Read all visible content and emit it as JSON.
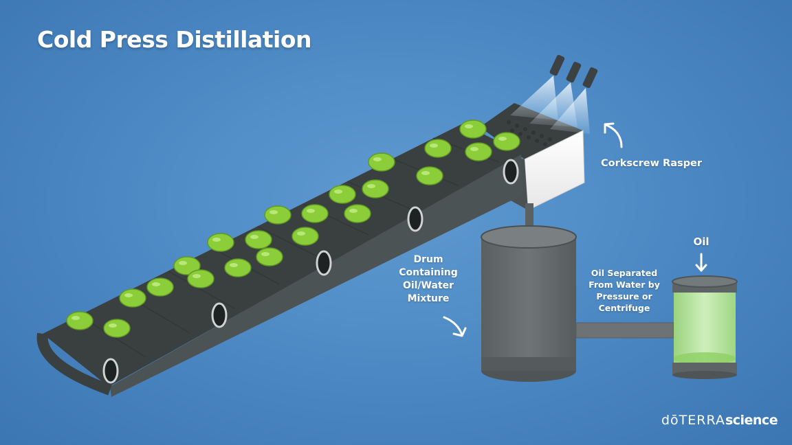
{
  "title": "Cold Press Distillation",
  "labels": {
    "corkscrew_rasper": "Corkscrew Rasper",
    "drum": [
      "Drum",
      "Containing",
      "Oil/Water",
      "Mixture"
    ],
    "separation": [
      "Oil Separated",
      "From Water by",
      "Pressure or",
      "Centrifuge"
    ],
    "oil": "Oil"
  },
  "brand": {
    "prefix": "dōTERRA",
    "suffix": "science"
  },
  "colors": {
    "background": "#4a86c2",
    "belt": "#454c4d",
    "fruit": "#8ccd3a",
    "oil": "#b8e896",
    "text": "#ffffff"
  },
  "icons": [
    "curved-arrow-icon",
    "down-arrow-icon",
    "spray-nozzle-icon"
  ]
}
